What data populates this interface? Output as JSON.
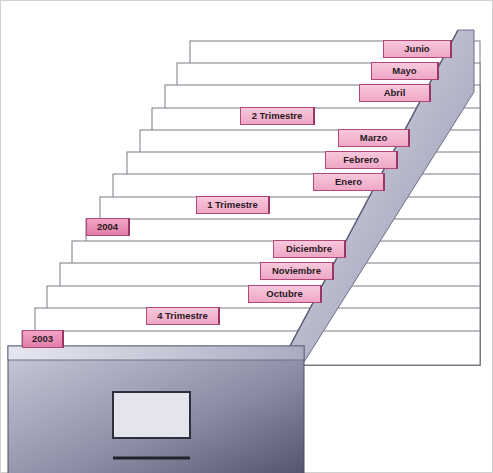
{
  "diagram": {
    "nodes": [
      {
        "text": [
          "Junio"
        ]
      },
      {
        "text": [
          "Mayo"
        ]
      },
      {
        "text": [
          "Abril"
        ]
      },
      {
        "text": [
          "2 Trimestre"
        ]
      },
      {
        "text": [
          "Marzo"
        ]
      },
      {
        "text": [
          "Febrero"
        ]
      },
      {
        "text": [
          "Enero"
        ]
      },
      {
        "text": [
          "1 Trimestre"
        ]
      },
      {
        "text": [
          "2004"
        ]
      },
      {
        "text": [
          "Diciembre"
        ]
      },
      {
        "text": [
          "Noviembre"
        ]
      },
      {
        "text": [
          "Octubre"
        ]
      },
      {
        "text": [
          "4 Trimestre"
        ]
      },
      {
        "text": [
          "2003"
        ]
      }
    ]
  }
}
